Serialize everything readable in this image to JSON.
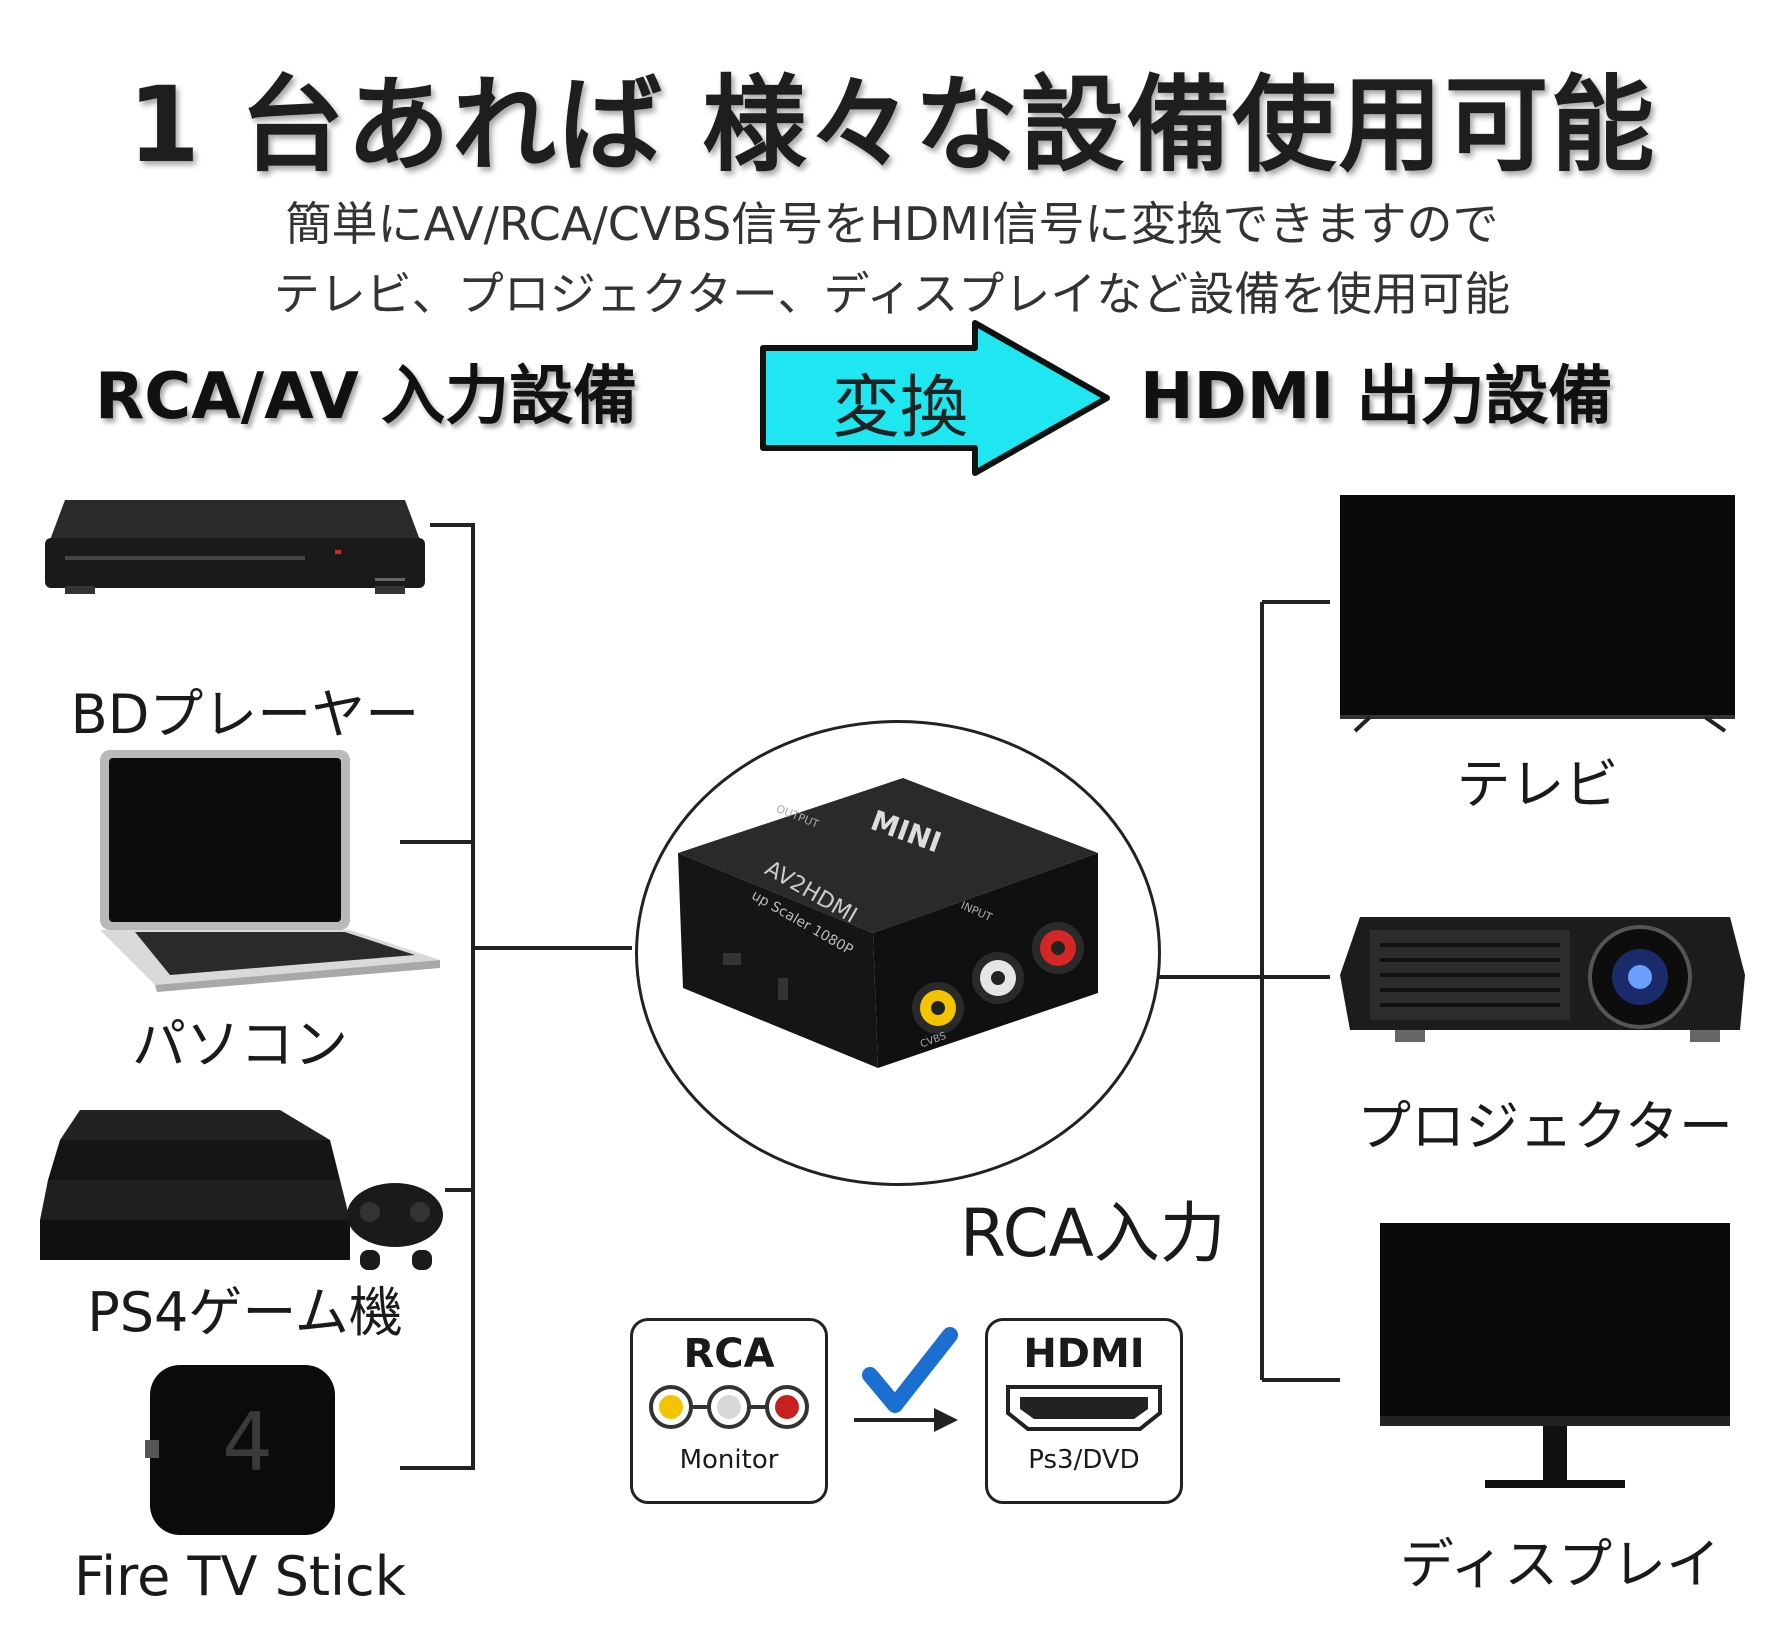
{
  "header": {
    "title": "1 台あれば 様々な設備使用可能",
    "subtitle_line1": "簡単にAV/RCA/CVBS信号をHDMI信号に変換できますので",
    "subtitle_line2": "テレビ、プロジェクター、ディスプレイなど設備を使用可能"
  },
  "conversion": {
    "input_label": "RCA/AV 入力設備",
    "arrow_label": "変換",
    "output_label": "HDMI 出力設備",
    "arrow_color": "#1fe6f0"
  },
  "inputs": [
    {
      "label": "BDプレーヤー",
      "icon": "bd-player-icon"
    },
    {
      "label": "パソコン",
      "icon": "laptop-icon"
    },
    {
      "label": "PS4ゲーム機",
      "icon": "ps4-console-icon"
    },
    {
      "label": "Fire TV Stick",
      "icon": "fire-tv-stick-icon"
    }
  ],
  "device": {
    "brand": "MINI",
    "model": "AV2HDMI",
    "model_sub": "up Scaler 1080P",
    "port_output": "OUTPUT",
    "port_input": "INPUT",
    "port_cvbs": "CVBS",
    "caption": "RCA入力"
  },
  "outputs": [
    {
      "label": "テレビ",
      "icon": "tv-icon"
    },
    {
      "label": "プロジェクター",
      "icon": "projector-icon"
    },
    {
      "label": "ディスプレイ",
      "icon": "monitor-display-icon"
    }
  ],
  "diagram": {
    "rca_box_title": "RCA",
    "rca_box_caption": "Monitor",
    "hdmi_box_title": "HDMI",
    "hdmi_box_caption": "Ps3/DVD",
    "check_color": "#1b6fd0",
    "rca_colors": [
      "#f5c400",
      "#d8d8d8",
      "#c82020"
    ]
  }
}
